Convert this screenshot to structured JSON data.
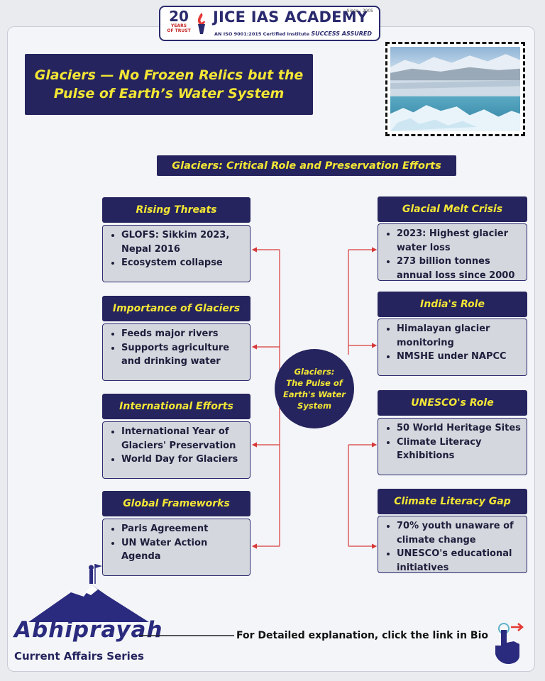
{
  "logo": {
    "years": "20",
    "years_sub1": "YEARS",
    "years_sub2": "OF TRUST",
    "name": "JICE IAS ACADEMY",
    "since": "Since : 2005",
    "iso": "AN ISO 9001:2015 Certified Institute",
    "tagline": "SUCCESS ASSURED"
  },
  "title": "Glaciers — No Frozen Relics but the\nPulse of Earth’s Water System",
  "subtitle": "Glaciers: Critical Role and Preservation Efforts",
  "center": "Glaciers:\nThe Pulse of\nEarth's Water\nSystem",
  "left": [
    {
      "heading": "Rising Threats",
      "items": [
        "GLOFS: Sikkim 2023, Nepal 2016",
        "Ecosystem collapse"
      ]
    },
    {
      "heading": "Importance of Glaciers",
      "items": [
        "Feeds major rivers",
        "Supports agriculture and drinking water"
      ]
    },
    {
      "heading": "International Efforts",
      "items": [
        "International Year of Glaciers' Preservation",
        "World Day for Glaciers"
      ]
    },
    {
      "heading": "Global Frameworks",
      "items": [
        "Paris Agreement",
        "UN Water Action Agenda"
      ]
    }
  ],
  "right": [
    {
      "heading": "Glacial Melt Crisis",
      "items": [
        "2023: Highest glacier water loss",
        "273 billion tonnes annual loss since 2000"
      ]
    },
    {
      "heading": "India's Role",
      "items": [
        "Himalayan glacier monitoring",
        "NMSHE under NAPCC"
      ]
    },
    {
      "heading": "UNESCO's Role",
      "items": [
        "50 World Heritage Sites",
        "Climate Literacy Exhibitions"
      ]
    },
    {
      "heading": "Climate Literacy Gap",
      "items": [
        "70% youth unaware of climate change",
        "UNESCO's educational initiatives"
      ]
    }
  ],
  "footer": {
    "brand": "Abhiprayah",
    "series": "Current Affairs Series",
    "cta": "For Detailed explanation,  click the link in Bio"
  },
  "colors": {
    "navy": "#25245e",
    "yellow": "#f3e635",
    "box": "#d5d7de",
    "arrow": "#d83a3a"
  }
}
